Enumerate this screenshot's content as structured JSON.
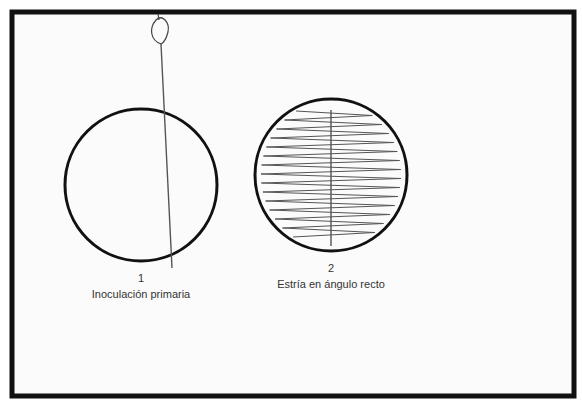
{
  "diagram": {
    "labels": [
      "1",
      "Inoculación primaria",
      "2",
      "Estría en ángulo recto"
    ]
  }
}
